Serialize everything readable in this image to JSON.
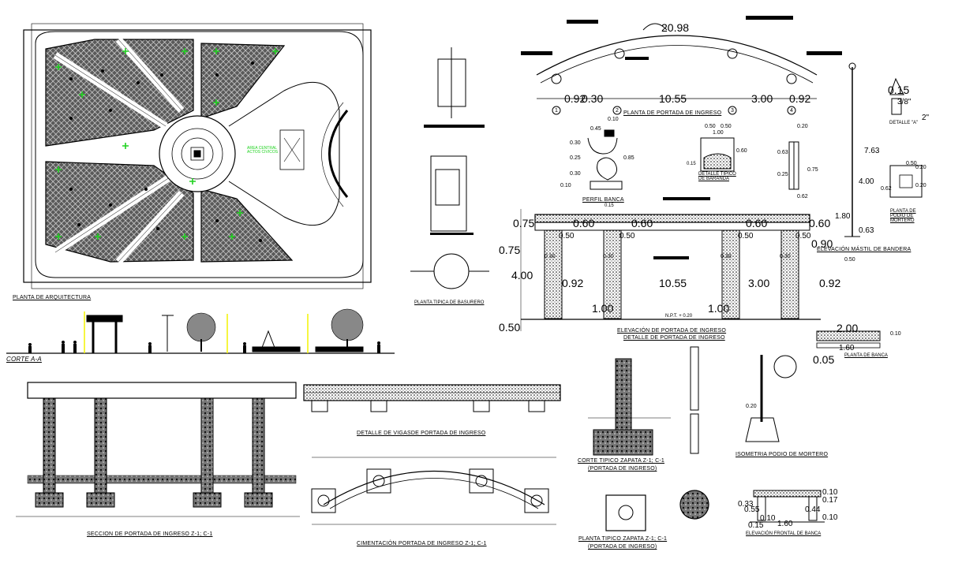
{
  "titles": {
    "planta_arquitectura": "PLANTA DE ARQUITECTURA",
    "corte_aa": "CORTE A-A",
    "planta_portada": "PLANTA DE PORTADA DE INGRESO",
    "elevacion_portada": "ELEVACIÓN DE PORTADA DE INGRESO",
    "detalle_portada": "DETALLE DE PORTADA DE INGRESO",
    "planta_basurero": "PLANTA TIPICA DE BASURERO",
    "detalle_baranda": "DETALLE TIPICO DE BARANDA",
    "perfil_banca": "PERFIL BANCA",
    "detalle_a": "DETALLE \"A\"",
    "planta_podio": "PLANTA DE PODIO DE MORTERO",
    "elevacion_mastil": "ELEVACIÓN MÁSTIL DE BANDERA",
    "planta_banca": "PLANTA DE BANCA",
    "seccion_portada": "SECCION DE PORTADA DE INGRESO Z-1; C-1",
    "detalle_vigas": "DETALLE DE VIGASDE PORTADA DE INGRESO",
    "cimentacion": "CIMENTACIÓN PORTADA DE INGRESO Z-1; C-1",
    "corte_zapata": "CORTE TIPICO ZAPATA Z-1; C-1",
    "corte_zapata_sub": "(PORTADA DE INGRESO)",
    "planta_zapata": "PLANTA TIPICO ZAPATA Z-1; C-1",
    "planta_zapata_sub": "(PORTADA DE INGRESO)",
    "isometria_podio": "ISOMETRIA PODIO DE MORTERO",
    "elevacion_banca": "ELEVACIÓN FRONTAL DE BANCA",
    "area_central": "AREA CENTRAL ACTOS CIVICOS",
    "npt": "N.P.T. + 0.20"
  },
  "dimensions": {
    "arc_span": "20.98",
    "plan_left": "0.92",
    "plan_left2": "0.30",
    "plan_center": "10.55",
    "plan_right": "3.00",
    "plan_right2": "0.92",
    "grid_1": "1",
    "grid_2": "2",
    "grid_3": "3",
    "grid_4": "4",
    "elev_075": "0.75",
    "elev_060a": "0.60",
    "elev_060b": "0.60",
    "elev_060c": "0.60",
    "elev_060d": "0.60",
    "elev_050a": "0.50",
    "elev_050b": "0.50",
    "elev_050c": "0.50",
    "elev_050d": "0.50",
    "elev_030a": "0.30",
    "elev_030b": "0.30",
    "elev_030c": "0.30",
    "elev_030d": "0.30",
    "elev_075b": "0.75",
    "elev_400": "4.00",
    "elev_300": "3.00",
    "elev_092": "0.92",
    "elev_1055": "10.55",
    "elev_100a": "1.00",
    "elev_100b": "1.00",
    "elev_050bottom": "0.50",
    "elev_090": "0.90",
    "elev_050r": "0.50",
    "mast_015": "0.15",
    "mast_3_8": "3/8\"",
    "mast_2": "2\"",
    "mast_763": "7.63",
    "mast_400": "4.00",
    "mast_180": "1.80",
    "mast_063": "0.63",
    "podio_050": "0.50",
    "podio_020": "0.20",
    "podio_062": "0.62",
    "podio_020b": "0.20",
    "banca_200": "2.00",
    "banca_160": "1.60",
    "banca_010": "0.10",
    "banca_005": "0.05",
    "perfil_045": "0.45",
    "perfil_010": "0.10",
    "perfil_030": "0.30",
    "perfil_025": "0.25",
    "perfil_030b": "0.30",
    "perfil_010b": "0.10",
    "perfil_085": "0.85",
    "perfil_015": "0.15",
    "baranda_050a": "0.50",
    "baranda_050b": "0.50",
    "baranda_100": "1.00",
    "baranda_060": "0.60",
    "baranda_015": "0.15",
    "det_020": "0.20",
    "det_063": "0.63",
    "det_025": "0.25",
    "det_075": "0.75",
    "det_062": "0.62",
    "iso_020": "0.20",
    "eb_010": "0.10",
    "eb_017": "0.17",
    "eb_044": "0.44",
    "eb_010b": "0.10",
    "eb_033": "0.33",
    "eb_055": "0.55",
    "eb_160": "1.60",
    "eb_015": "0.15",
    "eb_010c": "0.10"
  },
  "colors": {
    "line": "#000000",
    "green": "#1fd21f",
    "hatch": "#2a2a2a",
    "yellow": "#f2f200"
  }
}
